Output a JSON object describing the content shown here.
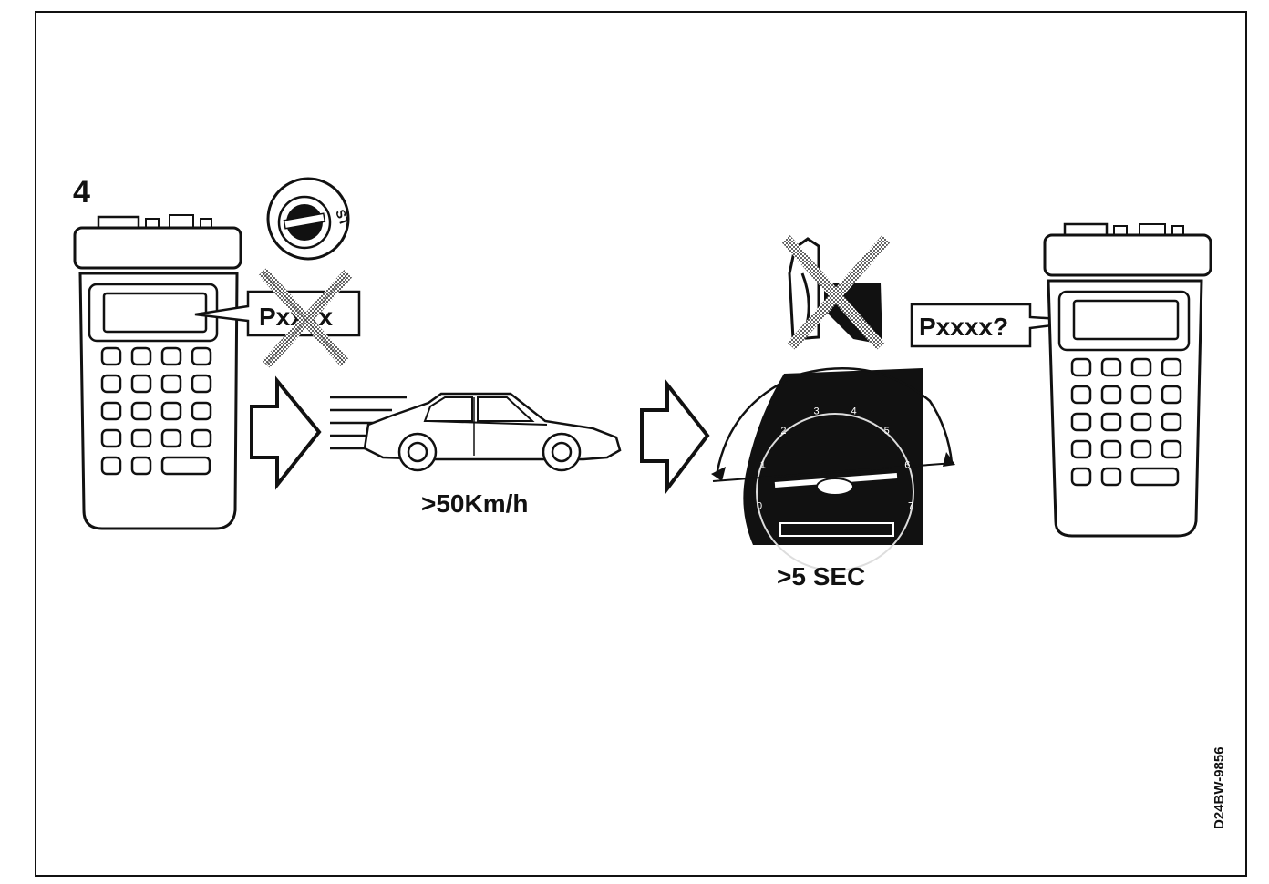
{
  "diagram": {
    "step_number": "4",
    "code_crossed": "Pxxxx",
    "code_query": "Pxxxx?",
    "speed_label": ">50Km/h",
    "time_label": ">5 SEC",
    "ignition_marking": "ST",
    "figure_id": "D24BW-9856",
    "gauge_ticks": [
      "0",
      "1",
      "2",
      "3",
      "4",
      "5",
      "6",
      "7"
    ],
    "colors": {
      "ink": "#111111",
      "paper": "#ffffff",
      "screen": "#ffffff",
      "hatch": "#555555"
    }
  }
}
